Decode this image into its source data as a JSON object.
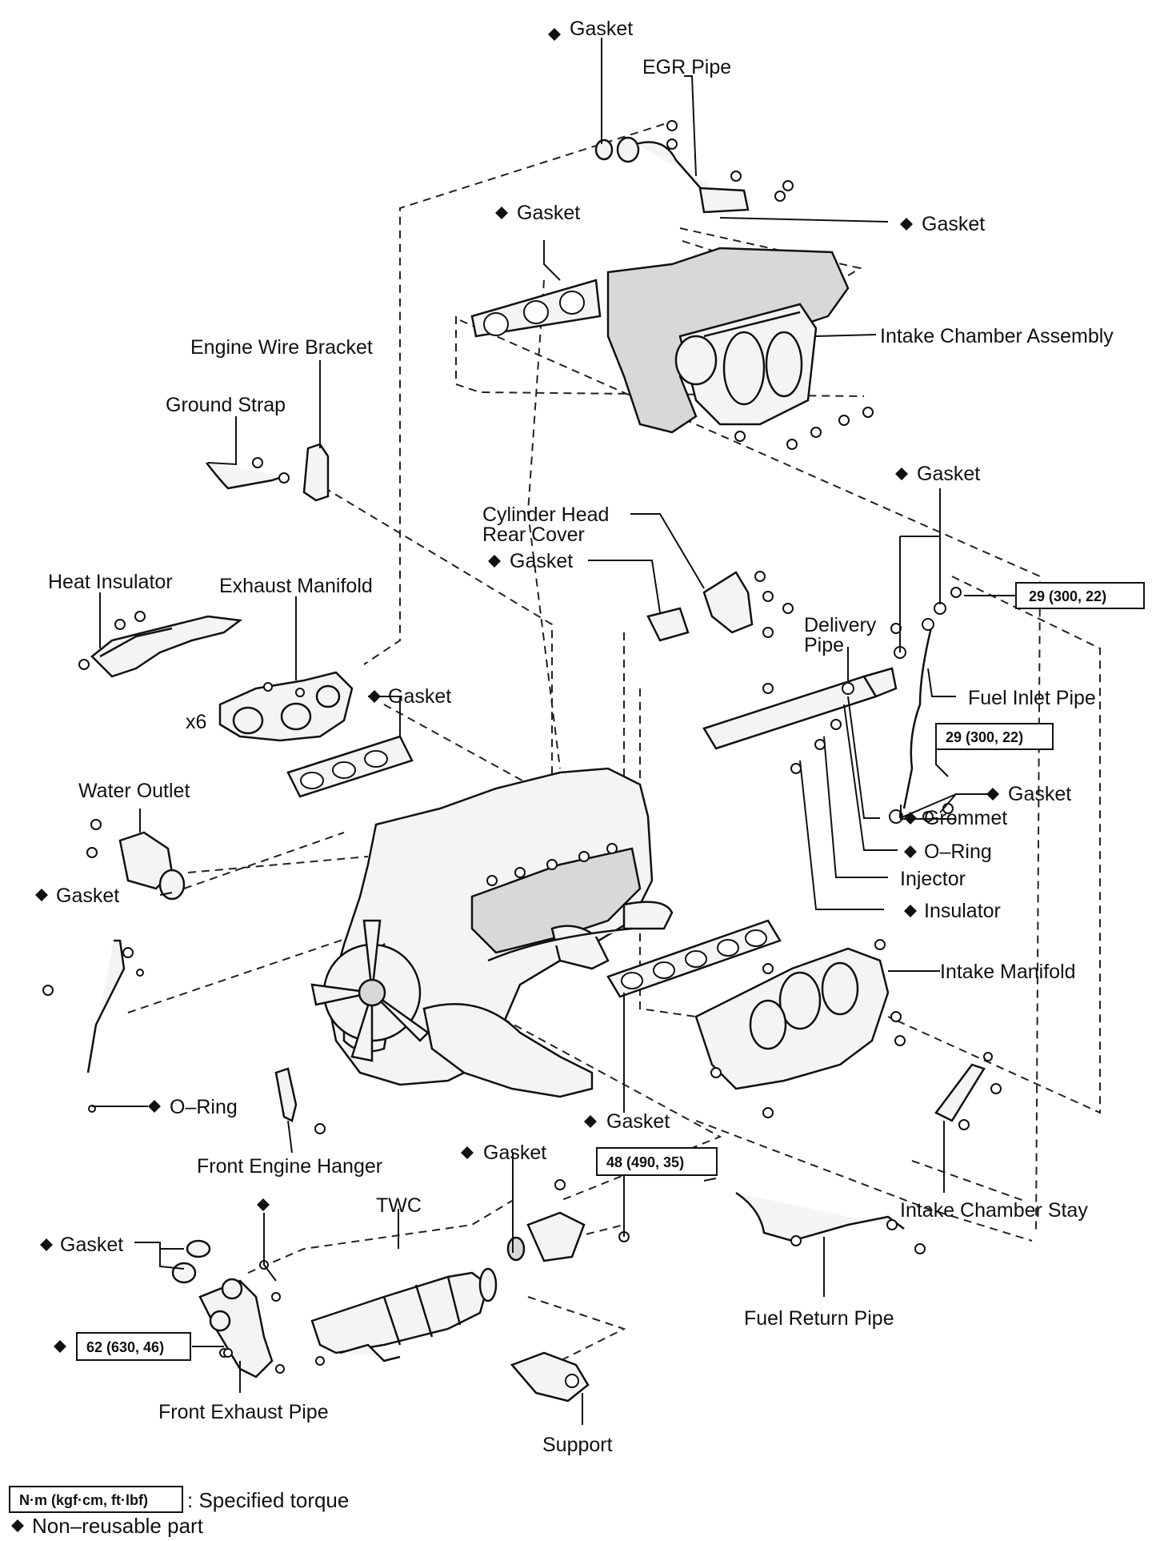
{
  "diagram": {
    "labels": {
      "gasket_top": "Gasket",
      "egr_pipe": "EGR Pipe",
      "gasket_egr_right": "Gasket",
      "gasket_intake_chamber": "Gasket",
      "intake_chamber_assembly": "Intake Chamber Assembly",
      "engine_wire_bracket": "Engine Wire Bracket",
      "ground_strap": "Ground Strap",
      "gasket_fuel_inlet_top": "Gasket",
      "cylinder_head_rear_cover_1": "Cylinder Head",
      "cylinder_head_rear_cover_2": "Rear Cover",
      "gasket_rear_cover": "Gasket",
      "heat_insulator": "Heat Insulator",
      "exhaust_manifold": "Exhaust Manifold",
      "delivery_pipe_1": "Delivery",
      "delivery_pipe_2": "Pipe",
      "gasket_exhaust_manifold": "Gasket",
      "x6": "x6",
      "fuel_inlet_pipe": "Fuel Inlet Pipe",
      "water_outlet": "Water Outlet",
      "gasket_fuel_inlet_bottom": "Gasket",
      "grommet": "Grommet",
      "o_ring_injector": "O–Ring",
      "gasket_water_outlet": "Gasket",
      "injector": "Injector",
      "insulator": "Insulator",
      "intake_manifold": "Intake Manifold",
      "o_ring_dipstick": "O–Ring",
      "gasket_intake_manifold": "Gasket",
      "front_engine_hanger": "Front Engine Hanger",
      "gasket_twc": "Gasket",
      "twc": "TWC",
      "intake_chamber_stay": "Intake Chamber Stay",
      "gasket_front_exhaust": "Gasket",
      "fuel_return_pipe": "Fuel Return Pipe",
      "front_exhaust_pipe": "Front Exhaust Pipe",
      "support": "Support"
    },
    "torques": {
      "fuel_inlet_upper": "29 (300, 22)",
      "fuel_inlet_lower": "29 (300, 22)",
      "twc_support": "48 (490, 35)",
      "front_exhaust": "62 (630, 46)"
    },
    "legend": {
      "torque_box": "N·m (kgf·cm, ft·lbf)",
      "torque_text": ": Specified torque",
      "nonreusable_text": "Non–reusable part"
    }
  }
}
